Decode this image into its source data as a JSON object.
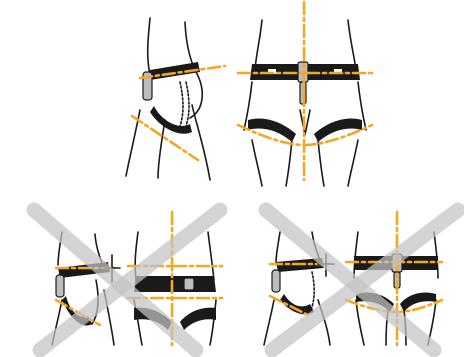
{
  "colors": {
    "guide": "#f5a623",
    "cross": "#c4c4c4",
    "outline": "#1a1a1a",
    "buckle": "#bdbdbd",
    "background": "#ffffff"
  },
  "panels": [
    {
      "id": "correct-fit",
      "status": "correct",
      "views": [
        "side-view",
        "back-view"
      ]
    },
    {
      "id": "incorrect-fit-loose",
      "status": "incorrect",
      "views": [
        "side-view",
        "back-view"
      ]
    },
    {
      "id": "incorrect-fit-misaligned",
      "status": "incorrect",
      "views": [
        "side-view",
        "back-view"
      ]
    }
  ],
  "icons": {
    "correct": "harness-figure-icon",
    "incorrect": "cross-out-icon"
  }
}
